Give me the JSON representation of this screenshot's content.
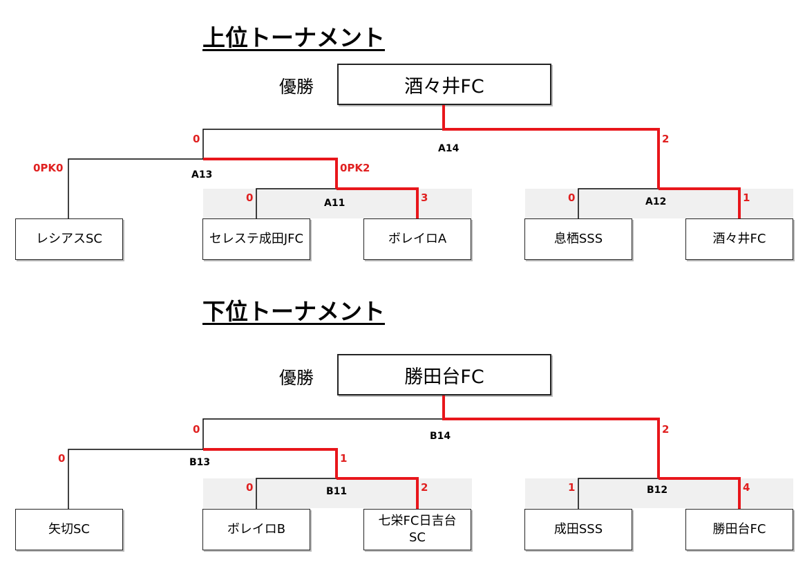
{
  "upper": {
    "title": "上位トーナメント",
    "champion_label": "優勝",
    "champion": "酒々井FC",
    "teams": [
      "レシアスSC",
      "セレステ成田JFC",
      "ボレイロA",
      "息栖SSS",
      "酒々井FC"
    ],
    "matches": {
      "A11": {
        "label": "A11",
        "left_score": "0",
        "right_score": "3",
        "winner": "right"
      },
      "A12": {
        "label": "A12",
        "left_score": "0",
        "right_score": "1",
        "winner": "right"
      },
      "A13": {
        "label": "A13",
        "left_score": "0PK0",
        "right_score": "0PK2",
        "winner": "right"
      },
      "A14": {
        "label": "A14",
        "left_score": "0",
        "right_score": "2",
        "winner": "right"
      }
    }
  },
  "lower": {
    "title": "下位トーナメント",
    "champion_label": "優勝",
    "champion": "勝田台FC",
    "teams": [
      "矢切SC",
      "ボレイロB",
      "七栄FC日吉台SC",
      "成田SSS",
      "勝田台FC"
    ],
    "team3_lines": [
      "七栄FC日吉台",
      "SC"
    ],
    "matches": {
      "B11": {
        "label": "B11",
        "left_score": "0",
        "right_score": "2",
        "winner": "right"
      },
      "B12": {
        "label": "B12",
        "left_score": "1",
        "right_score": "4",
        "winner": "right"
      },
      "B13": {
        "label": "B13",
        "left_score": "0",
        "right_score": "1",
        "winner": "right"
      },
      "B14": {
        "label": "B14",
        "left_score": "0",
        "right_score": "2",
        "winner": "right"
      }
    }
  },
  "colors": {
    "winner_line": "#e8161b",
    "loser_line": "#000000",
    "score": "#e02020",
    "shade": "#f0f0f0"
  }
}
